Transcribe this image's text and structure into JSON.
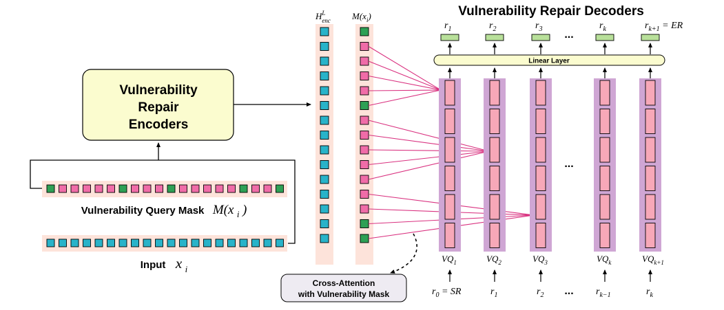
{
  "title": "Vulnerability Repair Decoders",
  "encoder": {
    "label_lines": [
      "Vulnerability",
      "Repair",
      "Encoders"
    ]
  },
  "query_mask_caption": {
    "text": "Vulnerability Query Mask",
    "math": "M(x",
    "math_sub": "i",
    "math_close": ")"
  },
  "input_caption": {
    "text": "Input",
    "math": "x",
    "math_sub": "i"
  },
  "query_mask_tokens": [
    "G",
    "P",
    "P",
    "P",
    "P",
    "P",
    "G",
    "P",
    "P",
    "P",
    "G",
    "P",
    "P",
    "P",
    "P",
    "P",
    "G",
    "P",
    "P",
    "G"
  ],
  "input_token_count": 20,
  "encoder_states_label": {
    "base": "H",
    "sup": "L",
    "sub": "enc"
  },
  "mask_column_label": {
    "text": "M(x",
    "sub": "i",
    "close": ")"
  },
  "mask_column_tokens": [
    "G",
    "P",
    "P",
    "P",
    "P",
    "G",
    "P",
    "P",
    "P",
    "P",
    "P",
    "P",
    "P",
    "G",
    "G"
  ],
  "encoder_state_count": 15,
  "linear_layer_label": "Linear Layer",
  "cross_attention_label": [
    "Cross-Attention",
    "with Vulnerability Mask"
  ],
  "ellipsis": "...",
  "decoders": [
    {
      "out": "r",
      "out_sub": "1",
      "vq": "VQ",
      "vq_sub": "1",
      "in": "r",
      "in_sub": "0",
      "in_tail": " = SR"
    },
    {
      "out": "r",
      "out_sub": "2",
      "vq": "VQ",
      "vq_sub": "2",
      "in": "r",
      "in_sub": "1",
      "in_tail": ""
    },
    {
      "out": "r",
      "out_sub": "3",
      "vq": "VQ",
      "vq_sub": "3",
      "in": "r",
      "in_sub": "2",
      "in_tail": ""
    },
    {
      "out": "r",
      "out_sub": "k",
      "vq": "VQ",
      "vq_sub": "k",
      "in": "r",
      "in_sub": "k−1",
      "in_tail": ""
    },
    {
      "out": "r",
      "out_sub": "k+1",
      "out_tail": " = ER",
      "vq": "VQ",
      "vq_sub": "k+1",
      "in": "r",
      "in_sub": "k",
      "in_tail": ""
    }
  ],
  "decoder_cells_per_column": 6,
  "colors": {
    "pink": "#f06ca8",
    "green": "#2ea055",
    "teal": "#29b3c9",
    "token_bg": "#fde3da",
    "decoder_band": "#cfa6d4",
    "decoder_cell": "#f7a8b8",
    "encoder_fill": "#fbfccf",
    "output_green": "#b8e09a",
    "attention_line": "#d9307f",
    "callout_fill": "#eeebf2"
  }
}
